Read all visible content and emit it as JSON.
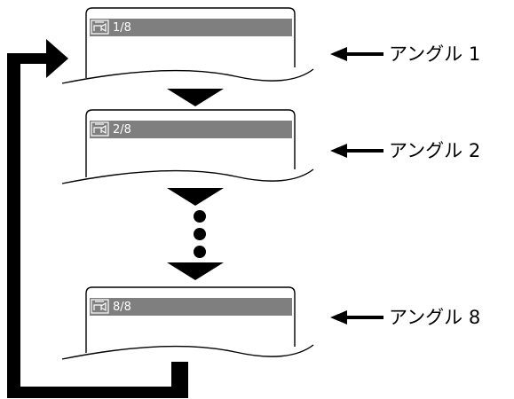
{
  "screens": [
    {
      "osd_text": "1/8",
      "label": "アングル 1"
    },
    {
      "osd_text": "2/8",
      "label": "アングル 2"
    },
    {
      "osd_text": "8/8",
      "label": "アングル 8"
    }
  ],
  "colors": {
    "osd_bar": "#7f7f7f",
    "ink": "#000000",
    "paper": "#ffffff"
  },
  "icons": {
    "angle_icon": "camera-angle-icon"
  }
}
